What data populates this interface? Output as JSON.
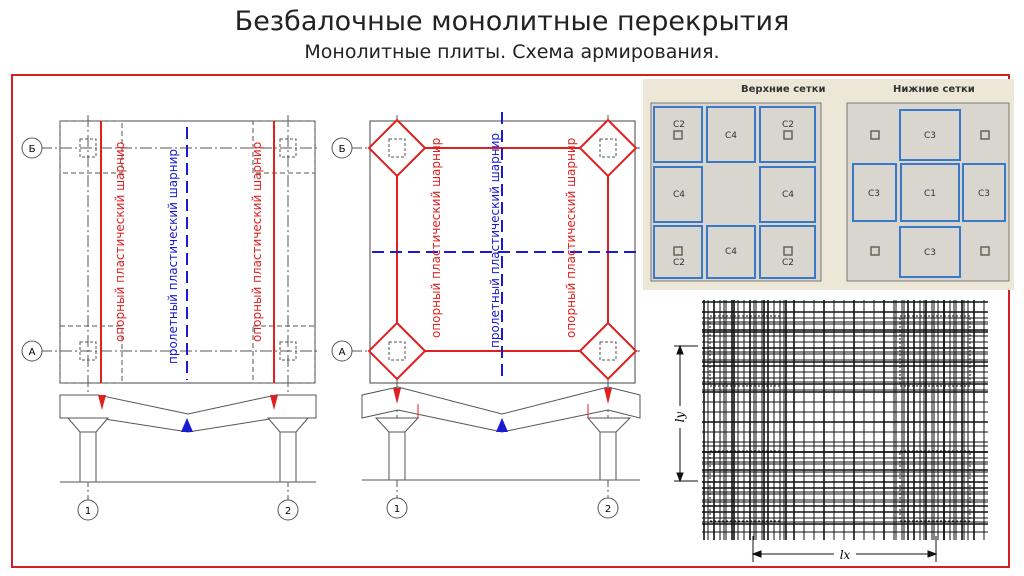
{
  "header": {
    "title": "Безбалочные монолитные перекрытия",
    "subtitle": "Монолитные плиты. Схема армирования."
  },
  "axes": {
    "b": "Б",
    "a": "А",
    "one": "1",
    "two": "2"
  },
  "labels": {
    "support_hinge": "опорный пластический шарнир",
    "span_hinge": "пролетный пластический шарнир"
  },
  "mesh": {
    "upper_title": "Верхние сетки",
    "lower_title": "Нижние сетки",
    "c1": "С1",
    "c2": "С2",
    "c3": "С3",
    "c4": "С4"
  },
  "grid": {
    "ly": "ly",
    "lx": "lx"
  },
  "colors": {
    "frame": "#d21f1f",
    "red": "#e02020",
    "blue": "#1a1ad0",
    "mesh_blue": "#3a78c8"
  }
}
